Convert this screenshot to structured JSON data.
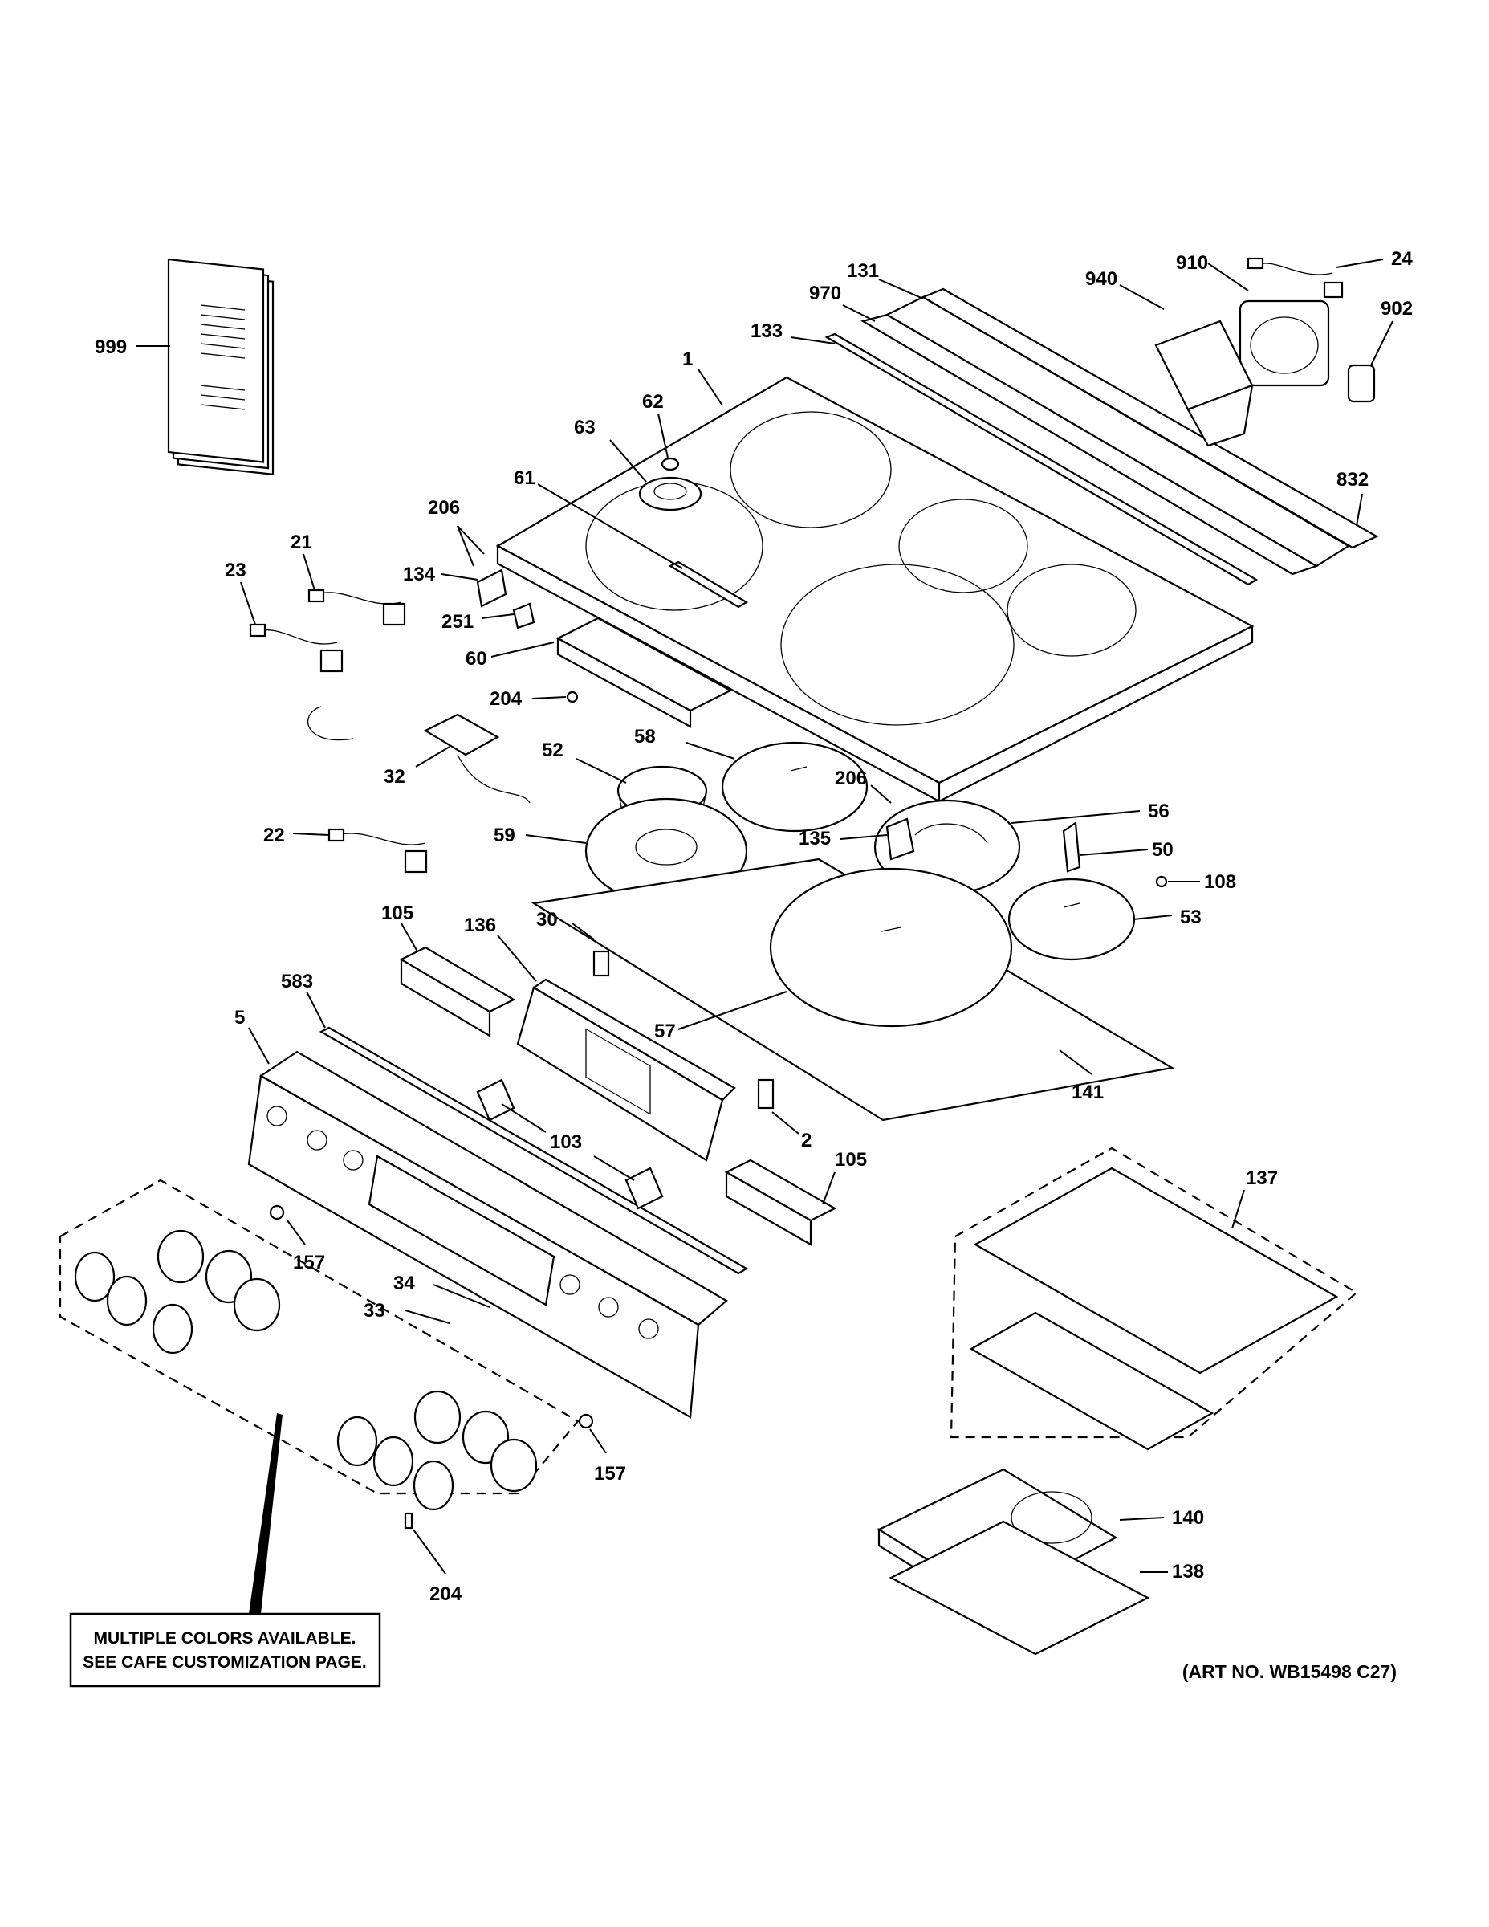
{
  "callouts": {
    "c999": "999",
    "c131": "131",
    "c970": "970",
    "c133": "133",
    "c910": "910",
    "c24": "24",
    "c940": "940",
    "c902": "902",
    "c1": "1",
    "c62": "62",
    "c63": "63",
    "c61": "61",
    "c832": "832",
    "c206a": "206",
    "c134": "134",
    "c21": "21",
    "c23": "23",
    "c251": "251",
    "c60": "60",
    "c204a": "204",
    "c32": "32",
    "c52": "52",
    "c58": "58",
    "c206b": "206",
    "c56": "56",
    "c22": "22",
    "c59": "59",
    "c135": "135",
    "c50": "50",
    "c108": "108",
    "c53": "53",
    "c105a": "105",
    "c136": "136",
    "c30": "30",
    "c583": "583",
    "c5": "5",
    "c57": "57",
    "c141": "141",
    "c2": "2",
    "c103": "103",
    "c105b": "105",
    "c137": "137",
    "c157a": "157",
    "c34": "34",
    "c33": "33",
    "c157b": "157",
    "c204b": "204",
    "c140": "140",
    "c138": "138"
  },
  "note": {
    "line1": "MULTIPLE COLORS AVAILABLE.",
    "line2": "SEE CAFE CUSTOMIZATION PAGE."
  },
  "art_number": "(ART NO. WB15498 C27)"
}
